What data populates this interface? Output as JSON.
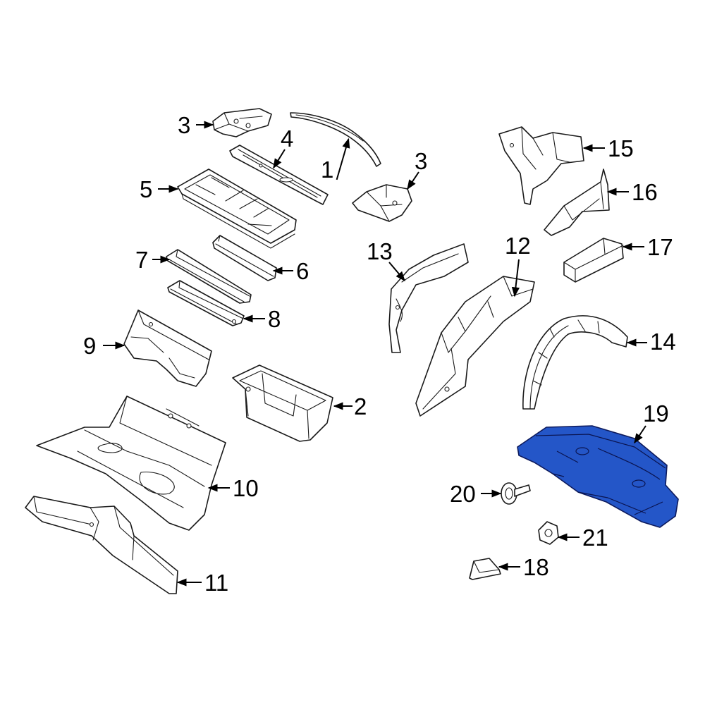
{
  "callouts": {
    "c1": "1",
    "c2": "2",
    "c3a": "3",
    "c3b": "3",
    "c4": "4",
    "c5": "5",
    "c6": "6",
    "c7": "7",
    "c8": "8",
    "c9": "9",
    "c10": "10",
    "c11": "11",
    "c12": "12",
    "c13": "13",
    "c14": "14",
    "c15": "15",
    "c16": "16",
    "c17": "17",
    "c18": "18",
    "c19": "19",
    "c20": "20",
    "c21": "21"
  },
  "colors": {
    "highlight_part": "#2456c8",
    "line": "#1a1a1a",
    "background": "#ffffff"
  },
  "highlighted_part": "19"
}
